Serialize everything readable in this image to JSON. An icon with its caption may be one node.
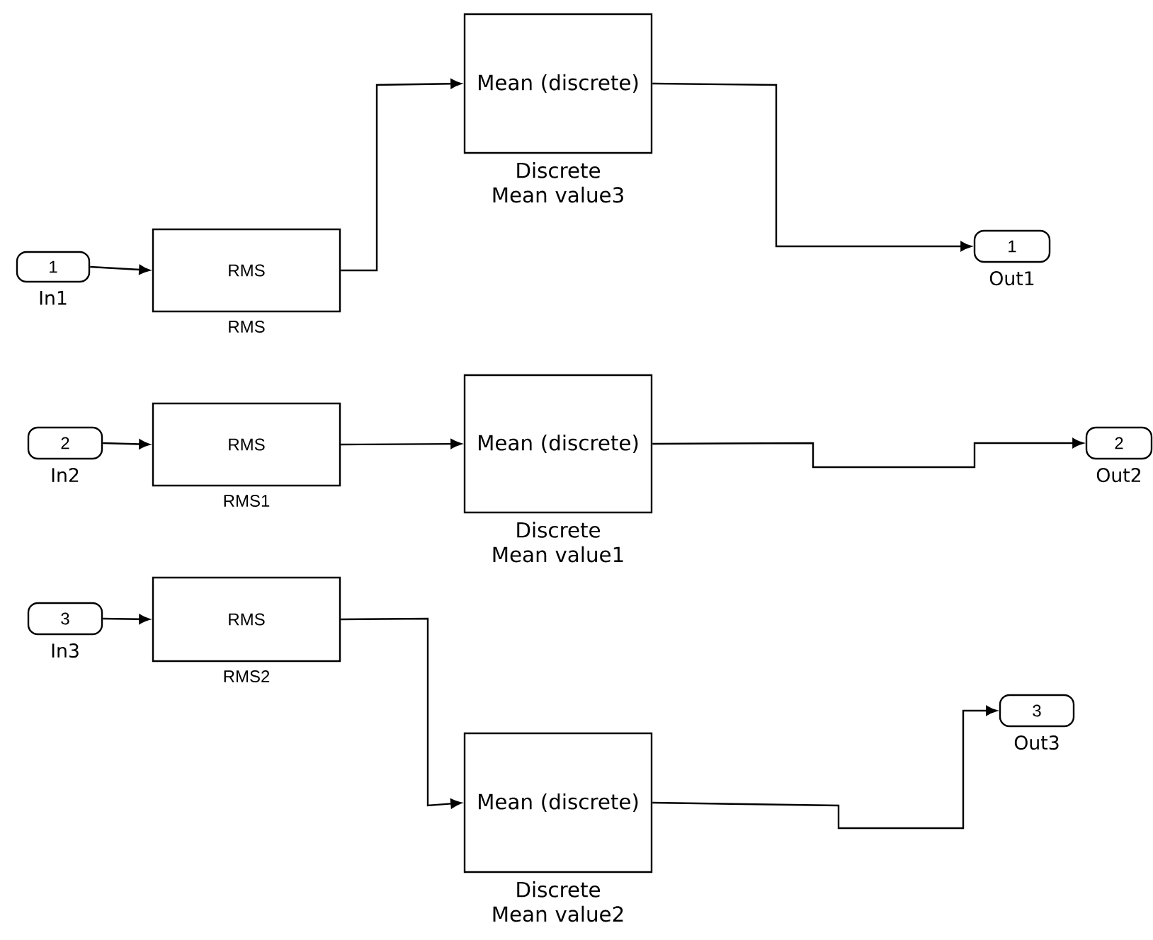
{
  "diagram": {
    "nodes": [
      {
        "text": [
          "1"
        ],
        "beside": [
          "In1"
        ]
      },
      {
        "text": [
          "RMS"
        ],
        "beside": [
          "RMS"
        ]
      },
      {
        "text": [
          "Mean (discrete)"
        ],
        "beside": [
          "Discrete Mean value3"
        ]
      },
      {
        "text": [
          "1"
        ],
        "beside": [
          "Out1"
        ]
      },
      {
        "text": [
          "2"
        ],
        "beside": [
          "In2"
        ]
      },
      {
        "text": [
          "RMS"
        ],
        "beside": [
          "RMS1"
        ]
      },
      {
        "text": [
          "Mean (discrete)"
        ],
        "beside": [
          "Discrete Mean value1"
        ]
      },
      {
        "text": [
          "2"
        ],
        "beside": [
          "Out2"
        ]
      },
      {
        "text": [
          "3"
        ],
        "beside": [
          "In3"
        ]
      },
      {
        "text": [
          "RMS"
        ],
        "beside": [
          "RMS2"
        ]
      },
      {
        "text": [
          "Mean (discrete)"
        ],
        "beside": [
          "Discrete Mean value2"
        ]
      },
      {
        "text": [
          "3"
        ],
        "beside": [
          "Out3"
        ]
      }
    ],
    "edges": [
      {
        "from": 0,
        "to": 1,
        "arrow": "to"
      },
      {
        "from": 1,
        "to": 2,
        "arrow": "to"
      },
      {
        "from": 2,
        "to": 3,
        "arrow": "to"
      },
      {
        "from": 4,
        "to": 5,
        "arrow": "to"
      },
      {
        "from": 5,
        "to": 6,
        "arrow": "to"
      },
      {
        "from": 6,
        "to": 7,
        "arrow": "to"
      },
      {
        "from": 8,
        "to": 9,
        "arrow": "to"
      },
      {
        "from": 9,
        "to": 10,
        "arrow": "to"
      },
      {
        "from": 10,
        "to": 11,
        "arrow": "to"
      }
    ]
  }
}
